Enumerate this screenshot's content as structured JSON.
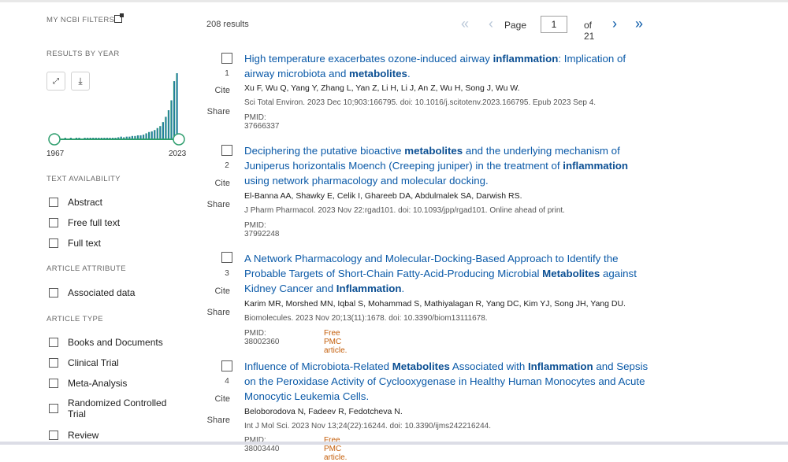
{
  "sidebar": {
    "my_filters": "MY NCBI FILTERS",
    "results_by_year": "RESULTS BY YEAR",
    "year_start": "1967",
    "year_end": "2023",
    "text_availability": {
      "title": "TEXT AVAILABILITY",
      "options": [
        "Abstract",
        "Free full text",
        "Full text"
      ]
    },
    "article_attribute": {
      "title": "ARTICLE ATTRIBUTE",
      "options": [
        "Associated data"
      ]
    },
    "article_type": {
      "title": "ARTICLE TYPE",
      "options": [
        "Books and Documents",
        "Clinical Trial",
        "Meta-Analysis",
        "Randomized Controlled Trial",
        "Review"
      ]
    },
    "histogram_counts": [
      1,
      0,
      0,
      1,
      0,
      1,
      0,
      1,
      1,
      0,
      1,
      1,
      1,
      1,
      1,
      2,
      1,
      2,
      1,
      2,
      2,
      2,
      3,
      4,
      3,
      4,
      4,
      5,
      5,
      6,
      6,
      7,
      9,
      11,
      12,
      14,
      17,
      20,
      26,
      34,
      44,
      59,
      88,
      100
    ]
  },
  "header": {
    "results_count": "208 results",
    "page_label": "Page",
    "page_value": "1",
    "of_total": "of 21"
  },
  "results": [
    {
      "num": "1",
      "title_segments": [
        {
          "t": "High temperature exacerbates ozone-induced airway ",
          "b": false
        },
        {
          "t": "inflammation",
          "b": true
        },
        {
          "t": ": Implication of airway microbiota and ",
          "b": false
        },
        {
          "t": "metabolites",
          "b": true
        },
        {
          "t": ".",
          "b": false
        }
      ],
      "authors": "Xu F, Wu Q, Yang Y, Zhang L, Yan Z, Li H, Li J, An Z, Wu H, Song J, Wu W.",
      "citation": "Sci Total Environ. 2023 Dec 10;903:166795. doi: 10.1016/j.scitotenv.2023.166795. Epub 2023 Sep 4.",
      "pmid": "PMID: 37666337",
      "free": ""
    },
    {
      "num": "2",
      "title_segments": [
        {
          "t": "Deciphering the putative bioactive ",
          "b": false
        },
        {
          "t": "metabolites",
          "b": true
        },
        {
          "t": " and the underlying mechanism of Juniperus horizontalis Moench (Creeping juniper) in the treatment of ",
          "b": false
        },
        {
          "t": "inflammation",
          "b": true
        },
        {
          "t": " using network pharmacology and molecular docking.",
          "b": false
        }
      ],
      "authors": "El-Banna AA, Shawky E, Celik I, Ghareeb DA, Abdulmalek SA, Darwish RS.",
      "citation": "J Pharm Pharmacol. 2023 Nov 22:rgad101. doi: 10.1093/jpp/rgad101. Online ahead of print.",
      "pmid": "PMID: 37992248",
      "free": ""
    },
    {
      "num": "3",
      "title_segments": [
        {
          "t": "A Network Pharmacology and Molecular-Docking-Based Approach to Identify the Probable Targets of Short-Chain Fatty-Acid-Producing Microbial ",
          "b": false
        },
        {
          "t": "Metabolites",
          "b": true
        },
        {
          "t": " against Kidney Cancer and ",
          "b": false
        },
        {
          "t": "Inflammation",
          "b": true
        },
        {
          "t": ".",
          "b": false
        }
      ],
      "authors": "Karim MR, Morshed MN, Iqbal S, Mohammad S, Mathiyalagan R, Yang DC, Kim YJ, Song JH, Yang DU.",
      "citation": "Biomolecules. 2023 Nov 20;13(11):1678. doi: 10.3390/biom13111678.",
      "pmid": "PMID: 38002360",
      "free": "Free PMC article."
    },
    {
      "num": "4",
      "title_segments": [
        {
          "t": "Influence of Microbiota-Related ",
          "b": false
        },
        {
          "t": "Metabolites",
          "b": true
        },
        {
          "t": " Associated with ",
          "b": false
        },
        {
          "t": "Inflammation",
          "b": true
        },
        {
          "t": " and Sepsis on the Peroxidase Activity of Cyclooxygenase in Healthy Human Monocytes and Acute Monocytic Leukemia Cells.",
          "b": false
        }
      ],
      "authors": "Beloborodova N, Fadeev R, Fedotcheva N.",
      "citation": "Int J Mol Sci. 2023 Nov 13;24(22):16244. doi: 10.3390/ijms242216244.",
      "pmid": "PMID: 38003440",
      "free": "Free PMC article."
    }
  ],
  "actions": {
    "cite": "Cite",
    "share": "Share"
  },
  "colors": {
    "link": "#0b5aa8",
    "bar_start": "#2f9e6e",
    "bar_end": "#1f6fb8",
    "free": "#c45e0a"
  }
}
